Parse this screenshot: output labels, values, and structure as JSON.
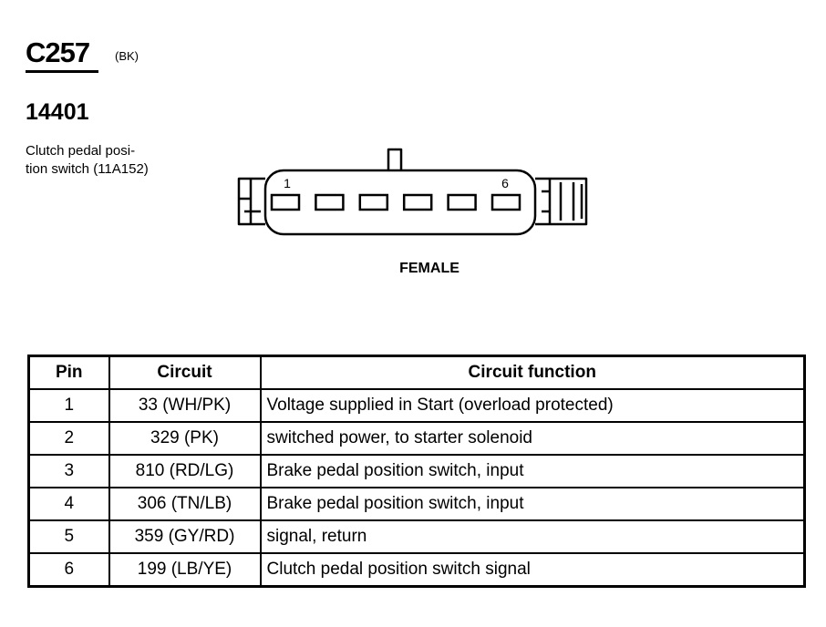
{
  "connector": {
    "id": "C257",
    "color_code": "(BK)",
    "part_number": "14401",
    "description_line1": "Clutch pedal posi-",
    "description_line2": "tion switch (11A152)",
    "pin_first_label": "1",
    "pin_last_label": "6",
    "gender": "FEMALE",
    "cavity_count": 6
  },
  "table": {
    "headers": {
      "pin": "Pin",
      "circuit": "Circuit",
      "function": "Circuit function"
    },
    "rows": [
      {
        "pin": "1",
        "circuit": "33 (WH/PK)",
        "function": "Voltage supplied in Start (overload protected)"
      },
      {
        "pin": "2",
        "circuit": "329 (PK)",
        "function": "switched power, to starter solenoid"
      },
      {
        "pin": "3",
        "circuit": "810 (RD/LG)",
        "function": "Brake pedal position switch, input"
      },
      {
        "pin": "4",
        "circuit": "306 (TN/LB)",
        "function": "Brake pedal position switch, input"
      },
      {
        "pin": "5",
        "circuit": "359 (GY/RD)",
        "function": " signal, return"
      },
      {
        "pin": "6",
        "circuit": "199 (LB/YE)",
        "function": "Clutch pedal position switch signal"
      }
    ]
  }
}
